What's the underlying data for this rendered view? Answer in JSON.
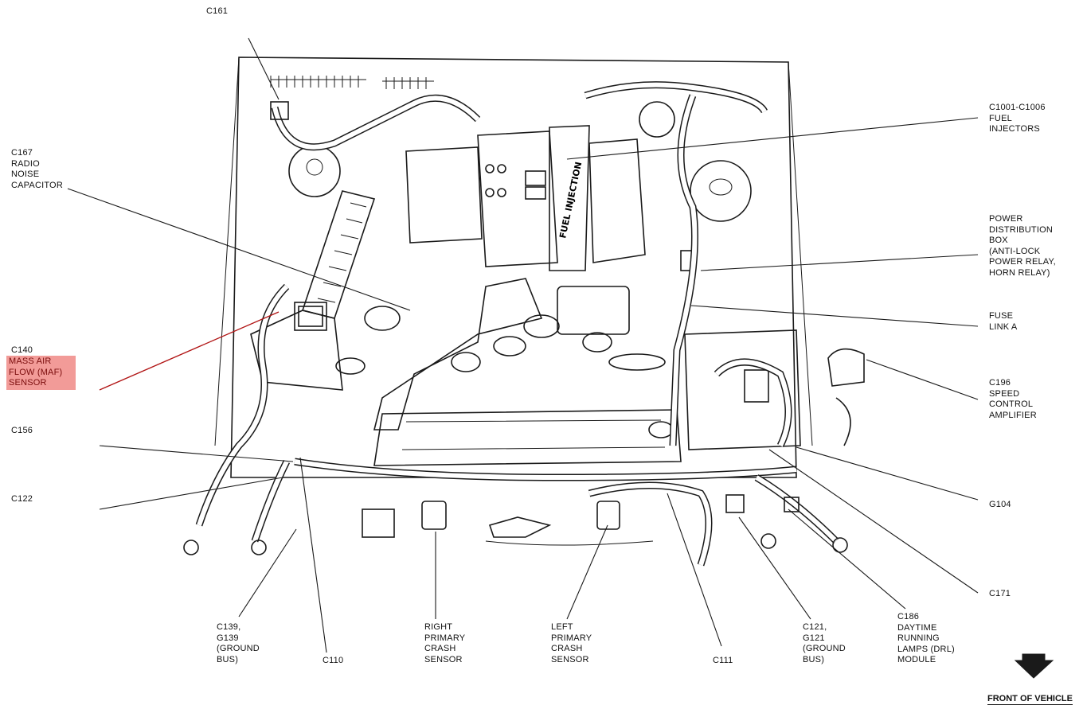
{
  "labels": {
    "c161": "C161",
    "c167": "C167\nRADIO\nNOISE\nCAPACITOR",
    "c140_id": "C140",
    "c140_name": "MASS AIR\nFLOW (MAF)\nSENSOR",
    "c156": "C156",
    "c122": "C122",
    "c139": "C139,\nG139\n(GROUND\nBUS)",
    "c110": "C110",
    "right_crash": "RIGHT\nPRIMARY\nCRASH\nSENSOR",
    "left_crash": "LEFT\nPRIMARY\nCRASH\nSENSOR",
    "c111": "C111",
    "c121": "C121,\nG121\n(GROUND\nBUS)",
    "c186": "C186\nDAYTIME\nRUNNING\nLAMPS (DRL)\nMODULE",
    "c171": "C171",
    "g104": "G104",
    "c196": "C196\nSPEED\nCONTROL\nAMPLIFIER",
    "fuse": "FUSE\nLINK A",
    "pdb": "POWER\nDISTRIBUTION\nBOX\n(ANTI-LOCK\nPOWER RELAY,\nHORN RELAY)",
    "injectors": "C1001-C1006\nFUEL\nINJECTORS",
    "front": "FRONT OF VEHICLE",
    "manifold_text": "FUEL INJECTION"
  },
  "highlight_color": "#f29b98"
}
